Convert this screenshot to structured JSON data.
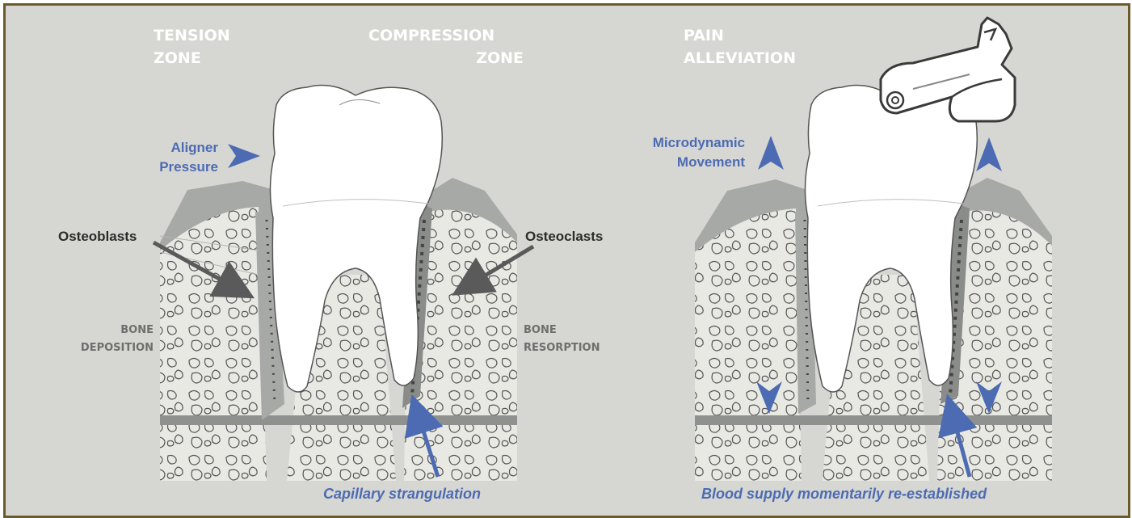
{
  "panels": {
    "left": {
      "tension_zone": [
        "TENSION",
        "ZONE"
      ],
      "compression_zone": [
        "COMPRESSION",
        "ZONE"
      ],
      "aligner_pressure": [
        "Aligner",
        "Pressure"
      ],
      "osteoblasts": "Osteoblasts",
      "osteoclasts": "Osteoclasts",
      "bone_deposition": [
        "BONE",
        "DEPOSITION"
      ],
      "bone_resorption": [
        "BONE",
        "RESORPTION"
      ],
      "caption": "Capillary strangulation"
    },
    "right": {
      "pain_alleviation": [
        "PAIN",
        "ALLEVIATION"
      ],
      "microdynamic_movement": [
        "Microdynamic",
        "Movement"
      ],
      "caption": "Blood supply momentarily re-established"
    }
  },
  "colors": {
    "background": "#d6d7d2",
    "border": "#6b5a2c",
    "label_blue": "#4d6bb3",
    "bone_fill": "#e9e9e4",
    "gum_grey": "#a7a9a6"
  },
  "icons": [
    "aligner-device-icon",
    "arrow-icon"
  ]
}
